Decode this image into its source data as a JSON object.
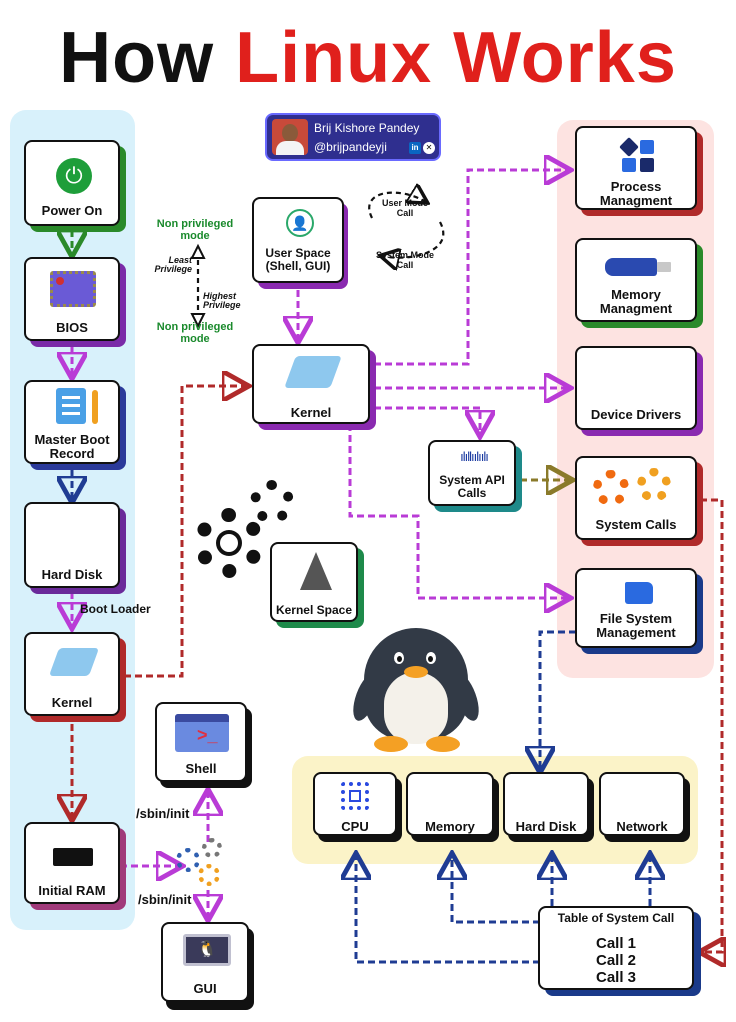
{
  "title": {
    "part1": "How",
    "part2": "Linux Works"
  },
  "author": {
    "name": "Brij Kishore Pandey",
    "handle": "@brijpandeyji"
  },
  "boot": {
    "power_on": "Power On",
    "bios": "BIOS",
    "mbr": "Master Boot Record",
    "hard_disk": "Hard Disk",
    "boot_loader": "Boot Loader",
    "kernel": "Kernel",
    "initial_ram": "Initial RAM"
  },
  "init": {
    "path_top": "/sbin/init",
    "path_bottom": "/sbin/init",
    "shell": "Shell",
    "gui": "GUI"
  },
  "privilege": {
    "top": "Non privileged mode",
    "least": "Least Privilege",
    "highest": "Highest Privilege",
    "bottom": "Non privileged mode"
  },
  "center": {
    "user_space": "User Space (Shell, GUI)",
    "user_mode_call": "User Mode Call",
    "system_mode_call": "System Mode Call",
    "kernel": "Kernel",
    "kernel_space": "Kernel Space",
    "system_api_calls": "System API Calls"
  },
  "right": {
    "process": "Process Managment",
    "memory": "Memory Managment",
    "drivers": "Device Drivers",
    "syscalls": "System Calls",
    "filesystem": "File System Management"
  },
  "hardware": {
    "cpu": "CPU",
    "memory": "Memory",
    "hard_disk": "Hard Disk",
    "network": "Network"
  },
  "syscall_table": {
    "title": "Table of System Call",
    "call1": "Call 1",
    "call2": "Call 2",
    "call3": "Call 3"
  },
  "colors": {
    "title_red": "#e0201c",
    "left_panel": "#d8f1fb",
    "right_panel": "#fde3e1",
    "hardware_panel": "#fbf3c8",
    "purple_arrow": "#b93bd6",
    "red_arrow": "#b02a2a",
    "blue_arrow": "#1f3c93",
    "green_arrow": "#2a8a2a",
    "olive_arrow": "#8a7a2a"
  }
}
